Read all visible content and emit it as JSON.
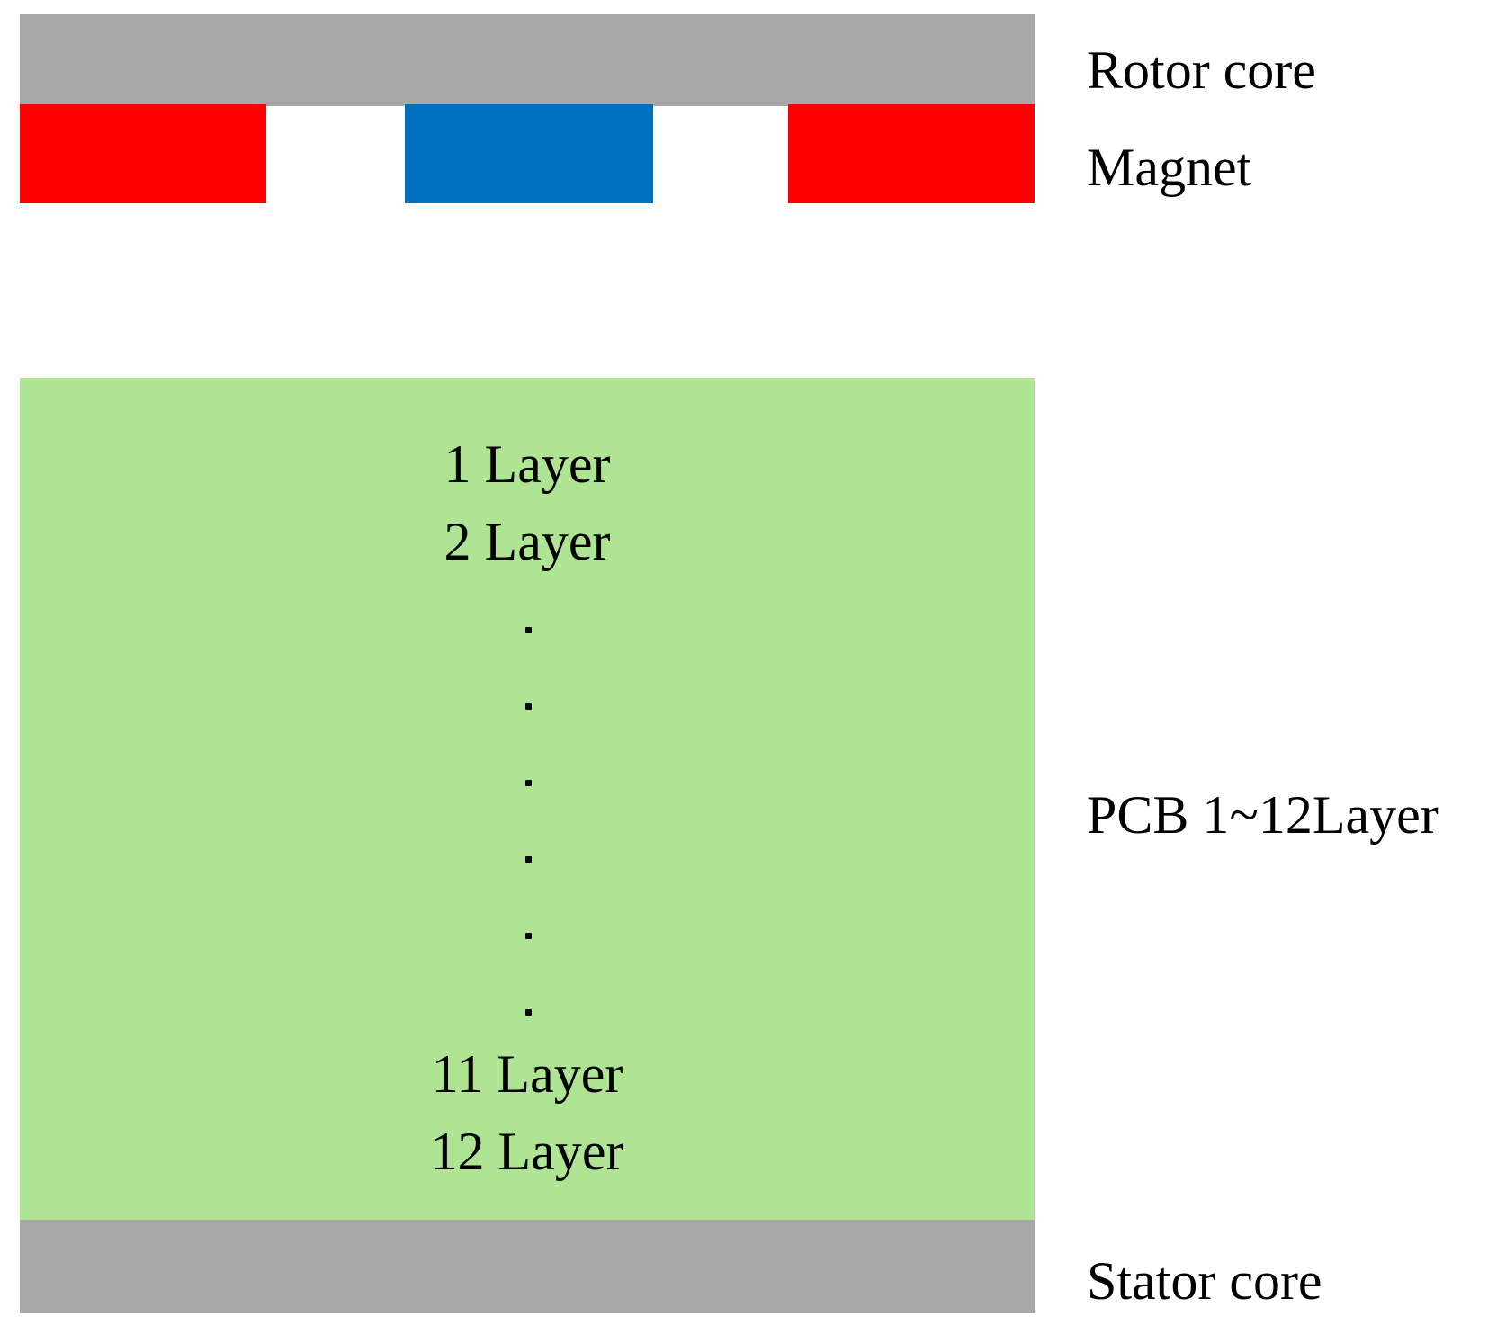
{
  "colors": {
    "core": "#a8a8a8",
    "magnet_north": "#ff0000",
    "magnet_south": "#0070c0",
    "pcb": "#b0e495",
    "text": "#000000"
  },
  "labels": {
    "rotor_core": "Rotor core",
    "magnet": "Magnet",
    "pcb": "PCB 1~12Layer",
    "stator_core": "Stator core"
  },
  "pcb_layers": {
    "first": "1 Layer",
    "second": "2 Layer",
    "second_last": "11 Layer",
    "last": "12 Layer",
    "ellipsis_dot_count": 6
  }
}
